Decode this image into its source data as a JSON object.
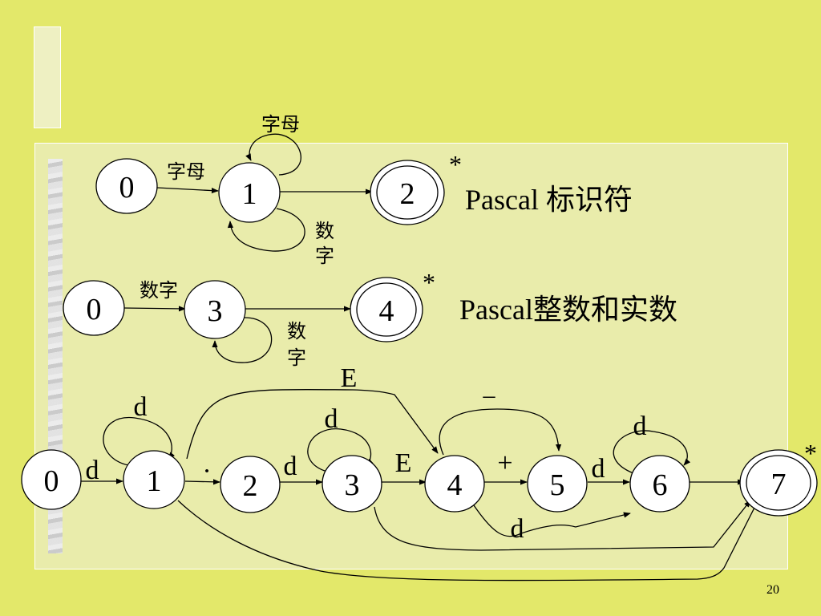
{
  "slide": {
    "page_number": "20"
  },
  "identifier_fsm": {
    "states": [
      "0",
      "1",
      "2"
    ],
    "input_label": "字母",
    "loop_top_label": "字母",
    "loop_bottom_label": [
      "数",
      "字"
    ],
    "final_marker": "*",
    "caption": "Pascal 标识符"
  },
  "number_fsm": {
    "states": [
      "0",
      "3",
      "4"
    ],
    "input_label": "数字",
    "loop_label": [
      "数",
      "字"
    ],
    "final_marker": "*",
    "caption": "Pascal整数和实数"
  },
  "real_fsm": {
    "states": [
      "0",
      "1",
      "2",
      "3",
      "4",
      "5",
      "6",
      "7"
    ],
    "labels": {
      "d_0_1": "d",
      "loop_1": "d",
      "dot_1_2": "·",
      "d_2_3": "d",
      "loop_3": "d",
      "e_3_4": "E",
      "e_1_4": "E",
      "plus_4_5": "+",
      "minus_4_5": "–",
      "d_5_6": "d",
      "loop_6": "d",
      "d_4_6": "d"
    },
    "final_marker": "*"
  }
}
